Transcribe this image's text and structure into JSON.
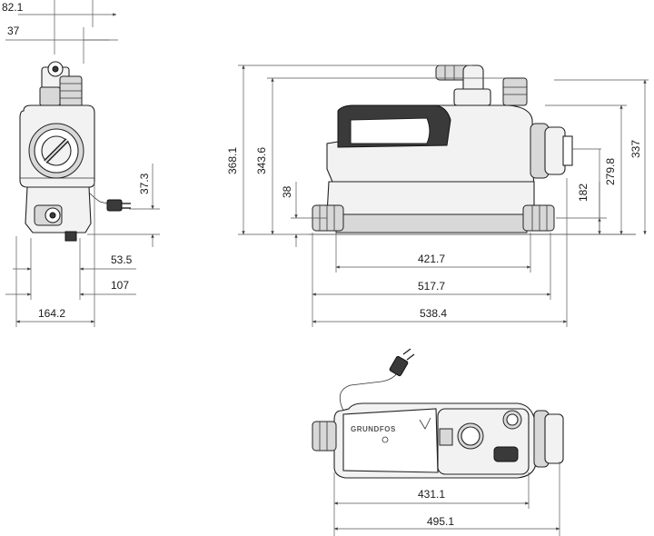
{
  "dimensions": {
    "side_top_width": "82.1",
    "side_inlet_offset": "37",
    "side_cable_height": "37.3",
    "side_outlet_offset": "53.5",
    "side_half_width": "107",
    "side_total_width": "164.2",
    "front_total_height": "368.1",
    "front_outlet_height": "343.6",
    "front_inlet_low_height": "38",
    "front_inlet_side_height": "182",
    "front_inlet_mid_height": "279.8",
    "front_right_height": "337",
    "front_inlet_spacing": "421.7",
    "front_body_width": "517.7",
    "front_total_width": "538.4",
    "top_inlet_spacing": "431.1",
    "top_total_width": "495.1"
  },
  "brand_mark": "GRUNDFOS"
}
